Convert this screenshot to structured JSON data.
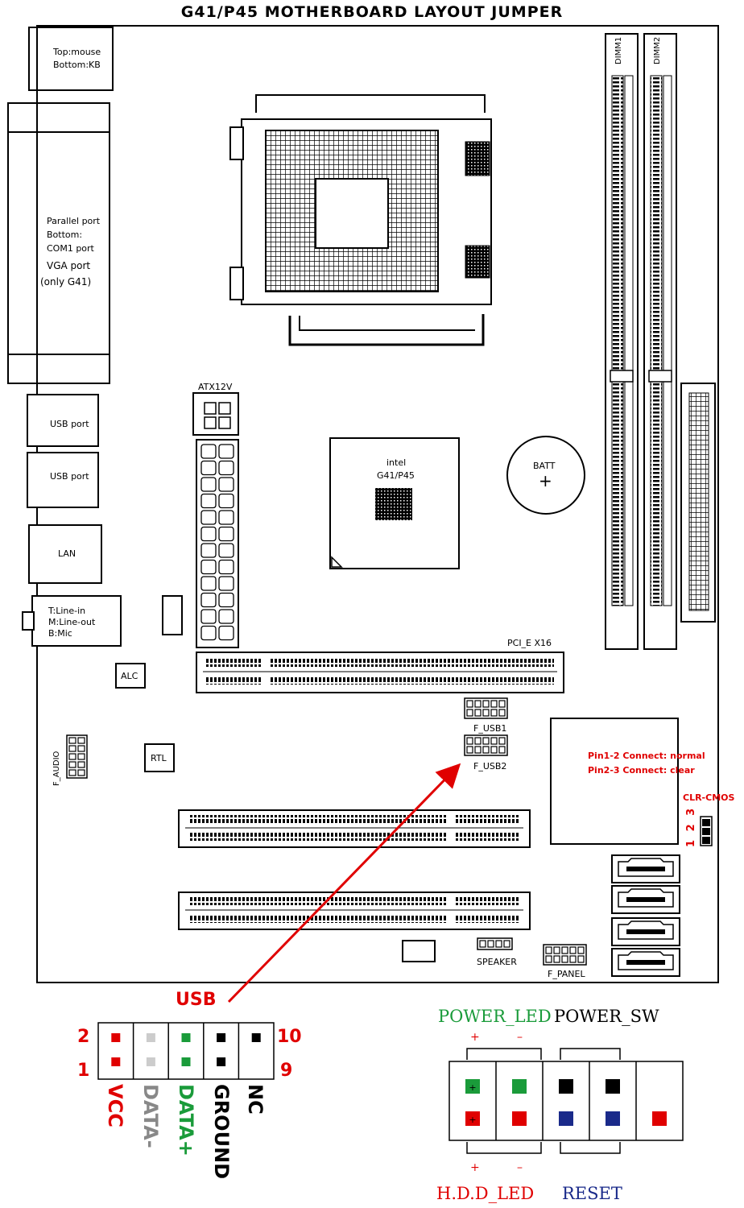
{
  "title": "G41/P45 MOTHERBOARD LAYOUT JUMPER",
  "io": {
    "ps2": [
      "Top:mouse",
      "Bottom:KB"
    ],
    "parallel": [
      "Parallel port",
      "Bottom:",
      "COM1 port",
      "VGA port",
      "(only G41)"
    ],
    "usb1": "USB port",
    "usb2": "USB port",
    "lan": "LAN",
    "audio": [
      "T:Line-in",
      "M:Line-out",
      "B:Mic"
    ]
  },
  "components": {
    "atx12v": "ATX12V",
    "chipset": [
      "intel",
      "G41/P45"
    ],
    "batt": "BATT",
    "batt_sign": "+",
    "dimm1": "DIMM1",
    "dimm2": "DIMM2",
    "pcie": "PCI_E X16",
    "alc": "ALC",
    "rtl": "RTL",
    "f_audio": "F_AUDIO",
    "f_usb1": "F_USB1",
    "f_usb2": "F_USB2",
    "speaker": "SPEAKER",
    "f_panel": "F_PANEL"
  },
  "clr_cmos": {
    "line1": "Pin1-2 Connect:  normal",
    "line2": "Pin2-3 Connect:  clear",
    "label": "CLR-CMOS",
    "pins": "1 2 3"
  },
  "usb_header": {
    "callout": "USB",
    "pin_top_left": "2",
    "pin_bottom_left": "1",
    "pin_top_right": "10",
    "pin_bottom_right": "9",
    "signals": [
      {
        "name": "VCC",
        "color": "#e00000"
      },
      {
        "name": "DATA-",
        "color": "#888888"
      },
      {
        "name": "DATA+",
        "color": "#1a9b3a"
      },
      {
        "name": "GROUND",
        "color": "#000000"
      },
      {
        "name": "NC",
        "color": "#000000"
      }
    ]
  },
  "panel_header": {
    "power_led": "POWER_LED",
    "power_sw": "POWER_SW",
    "hdd_led": "H.D.D_LED",
    "reset": "RESET",
    "plus": "+",
    "minus": "–",
    "colors": {
      "power_led": "#1a9b3a",
      "hdd_led": "#e00000",
      "power_sw": "#000000",
      "reset": "#1a2a8a"
    }
  }
}
